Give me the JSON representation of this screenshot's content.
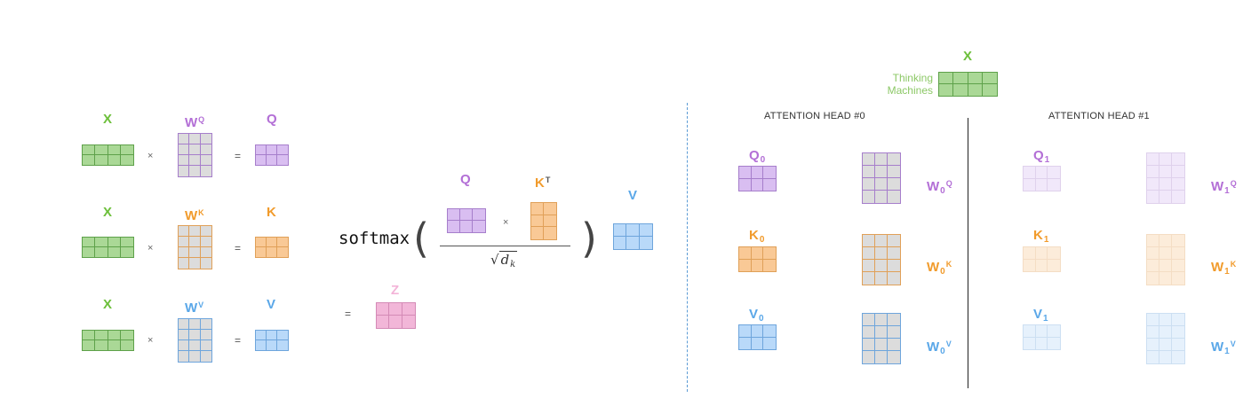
{
  "colors": {
    "x": {
      "fill": "#aad896",
      "line": "#5ea14a",
      "text": "#6cbf3a"
    },
    "q": {
      "fill": "#d9bef1",
      "line": "#a67ecb",
      "text": "#b36fd6"
    },
    "k": {
      "fill": "#f9c996",
      "line": "#e0a058",
      "text": "#f19b2c"
    },
    "v": {
      "fill": "#b9d9f9",
      "line": "#6ea5dc",
      "text": "#5aa7e8"
    },
    "z": {
      "fill": "#f2b6d8",
      "line": "#d48ab6",
      "text": "#f3b4d8"
    },
    "weight_fill": "#dcdcdc"
  },
  "left_panel": {
    "rows": [
      {
        "input": "X",
        "weight": "W",
        "weight_sup": "Q",
        "output": "Q",
        "times": "×",
        "equals": "="
      },
      {
        "input": "X",
        "weight": "W",
        "weight_sup": "K",
        "output": "K",
        "times": "×",
        "equals": "="
      },
      {
        "input": "X",
        "weight": "W",
        "weight_sup": "V",
        "output": "V",
        "times": "×",
        "equals": "="
      }
    ]
  },
  "middle_formula": {
    "function": "softmax",
    "open_paren": "(",
    "close_paren": ")",
    "q_label": "Q",
    "k_label": "K",
    "k_sup": "T",
    "times": "×",
    "sqrt_symbol": "√",
    "denominator": "d",
    "denominator_sub": "k",
    "v_label": "V",
    "equals": "=",
    "z_label": "Z"
  },
  "right_panel": {
    "input_label": "X",
    "input_words": [
      "Thinking",
      "Machines"
    ],
    "heads": [
      {
        "title": "ATTENTION HEAD #0",
        "outputs": [
          {
            "label": "Q",
            "sub": "0"
          },
          {
            "label": "K",
            "sub": "0"
          },
          {
            "label": "V",
            "sub": "0"
          }
        ],
        "weights": [
          {
            "label": "W",
            "sub": "0",
            "sup": "Q"
          },
          {
            "label": "W",
            "sub": "0",
            "sup": "K"
          },
          {
            "label": "W",
            "sub": "0",
            "sup": "V"
          }
        ]
      },
      {
        "title": "ATTENTION HEAD #1",
        "outputs": [
          {
            "label": "Q",
            "sub": "1"
          },
          {
            "label": "K",
            "sub": "1"
          },
          {
            "label": "V",
            "sub": "1"
          }
        ],
        "weights": [
          {
            "label": "W",
            "sub": "1",
            "sup": "Q"
          },
          {
            "label": "W",
            "sub": "1",
            "sup": "K"
          },
          {
            "label": "W",
            "sub": "1",
            "sup": "V"
          }
        ]
      }
    ]
  }
}
